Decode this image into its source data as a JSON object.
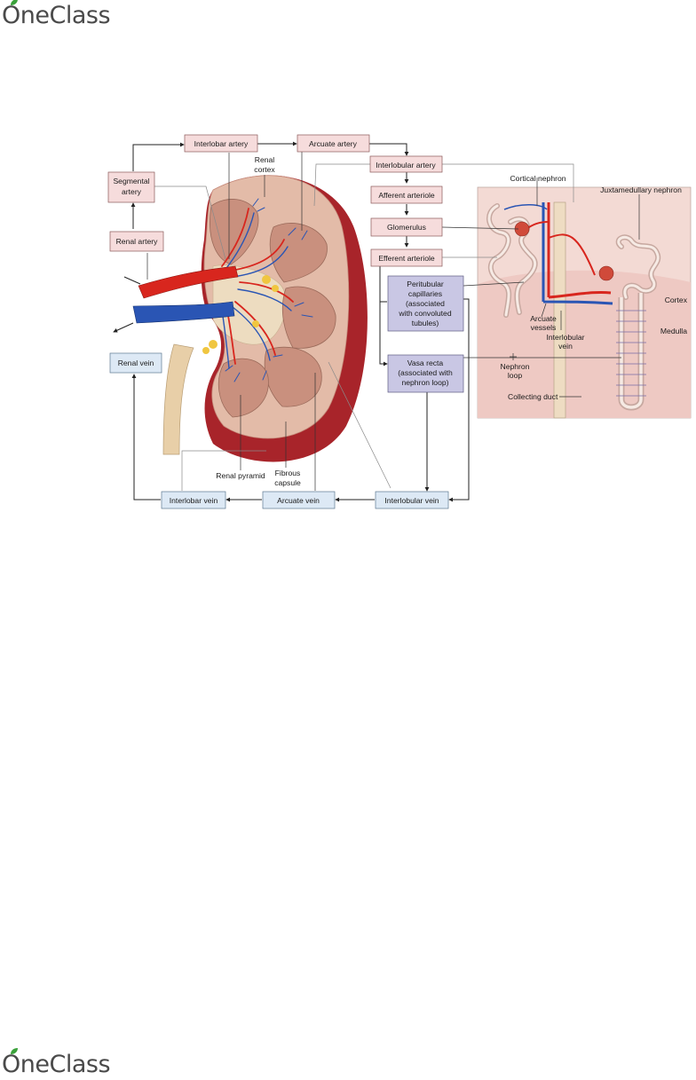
{
  "brand": {
    "logo_text_header": "OneClass",
    "logo_text_footer": "OneClass",
    "leaf_color": "#3aa13a"
  },
  "diagram": {
    "flow_boxes": {
      "interlobar_artery": "Interlobar artery",
      "arcuate_artery": "Arcuate artery",
      "interlobular_artery": "Interlobular artery",
      "afferent_arteriole": "Afferent arteriole",
      "glomerulus": "Glomerulus",
      "efferent_arteriole": "Efferent arteriole",
      "segmental_artery": [
        "Segmental",
        "artery"
      ],
      "renal_artery": "Renal artery",
      "renal_vein": "Renal vein",
      "peritubular_capillaries": [
        "Peritubular",
        "capillaries",
        "(associated",
        "with convoluted",
        "tubules)"
      ],
      "vasa_recta": [
        "Vasa recta",
        "(associated with",
        "nephron loop)"
      ],
      "interlobular_vein": "Interlobular vein",
      "arcuate_vein": "Arcuate vein",
      "interlobar_vein": "Interlobar vein"
    },
    "kidney_labels": {
      "renal_cortex": [
        "Renal",
        "cortex"
      ],
      "renal_pyramid": "Renal pyramid",
      "fibrous_capsule": [
        "Fibrous",
        "capsule"
      ]
    },
    "nephron_labels": {
      "cortical_nephron": "Cortical nephron",
      "juxtamedullary_nephron": "Juxtamedullary nephron",
      "cortex": "Cortex",
      "medulla": "Medulla",
      "arcuate_vessels": [
        "Arcuate",
        "vessels"
      ],
      "interlobular_vein": [
        "Interlobular",
        "vein"
      ],
      "nephron_loop": [
        "Nephron",
        "loop"
      ],
      "collecting_duct": "Collecting duct"
    },
    "colors": {
      "artery_box": "#f6dcdc",
      "vein_box": "#dde9f5",
      "capillary_box": "#c9c7e4",
      "kidney_outer": "#a8242a",
      "kidney_cortex": "#e3bba8",
      "pyramid": "#c9907e",
      "artery_red": "#d8261e",
      "vein_blue": "#2a55b4",
      "ureter": "#e8cfa8"
    }
  }
}
